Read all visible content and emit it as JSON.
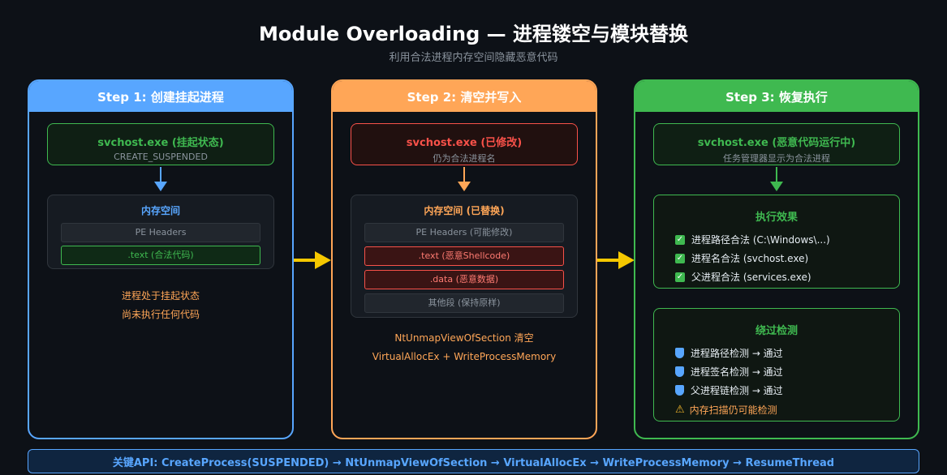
{
  "header": {
    "title": "Module Overloading — 进程镂空与模块替换",
    "subtitle": "利用合法进程内存空间隐藏恶意代码"
  },
  "step1": {
    "head": "Step 1: 创建挂起进程",
    "proc_name": "svchost.exe (挂起状态)",
    "proc_sub": "CREATE_SUSPENDED",
    "mem_title": "内存空间",
    "seg_headers": "PE Headers",
    "seg_text": ".text (合法代码)",
    "note1": "进程处于挂起状态",
    "note2": "尚未执行任何代码"
  },
  "step2": {
    "head": "Step 2: 清空并写入",
    "proc_name": "svchost.exe (已修改)",
    "proc_sub": "仍为合法进程名",
    "mem_title": "内存空间 (已替换)",
    "seg_headers": "PE Headers (可能修改)",
    "seg_text": ".text (恶意Shellcode)",
    "seg_data": ".data (恶意数据)",
    "seg_other": "其他段 (保持原样)",
    "note1": "NtUnmapViewOfSection 清空",
    "note2": "VirtualAllocEx + WriteProcessMemory"
  },
  "step3": {
    "head": "Step 3: 恢复执行",
    "proc_name": "svchost.exe (恶意代码运行中)",
    "proc_sub": "任务管理器显示为合法进程",
    "effect_title": "执行效果",
    "effects": [
      "进程路径合法 (C:\\Windows\\...)",
      "进程名合法 (svchost.exe)",
      "父进程合法 (services.exe)"
    ],
    "bypass_title": "绕过检测",
    "bypass": [
      "进程路径检测 → 通过",
      "进程签名检测 → 通过",
      "父进程链检测 → 通过"
    ],
    "bypass_warn": "内存扫描仍可能检测"
  },
  "footer": {
    "text": "关键API: CreateProcess(SUSPENDED) → NtUnmapViewOfSection → VirtualAllocEx → WriteProcessMemory → ResumeThread"
  },
  "colors": {
    "blue": "#58a6ff",
    "orange": "#ffa657",
    "green": "#3fb950",
    "red": "#f85149",
    "yellow": "#f5c800"
  }
}
